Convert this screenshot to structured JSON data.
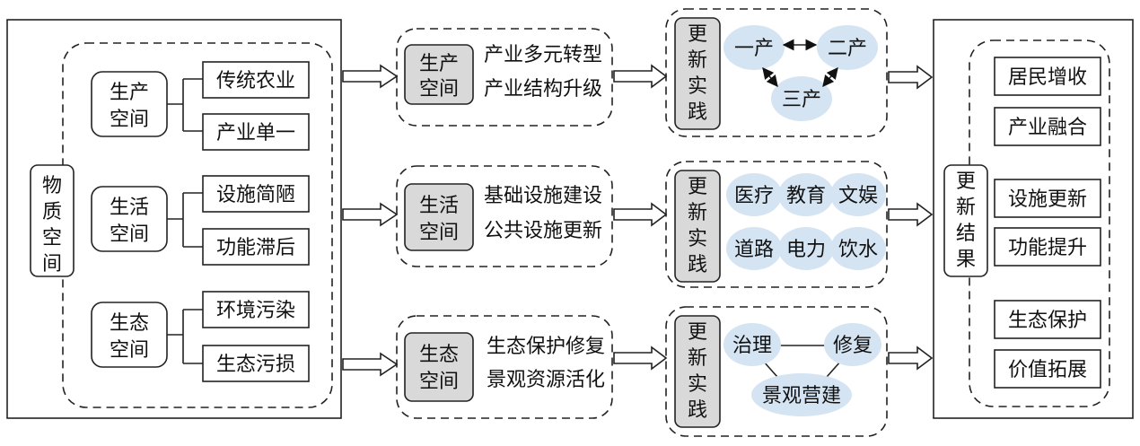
{
  "source": {
    "title_chars": [
      "物",
      "质",
      "空",
      "间"
    ],
    "groups": [
      {
        "label_lines": [
          "生产",
          "空间"
        ],
        "items": [
          "传统农业",
          "产业单一"
        ]
      },
      {
        "label_lines": [
          "生活",
          "空间"
        ],
        "items": [
          "设施简陋",
          "功能滞后"
        ]
      },
      {
        "label_lines": [
          "生态",
          "空间"
        ],
        "items": [
          "环境污染",
          "生态污损"
        ]
      }
    ]
  },
  "middle": [
    {
      "label_lines": [
        "生产",
        "空间"
      ],
      "desc": [
        "产业多元转型",
        "产业结构升级"
      ]
    },
    {
      "label_lines": [
        "生活",
        "空间"
      ],
      "desc": [
        "基础设施建设",
        "公共设施更新"
      ]
    },
    {
      "label_lines": [
        "生态",
        "空间"
      ],
      "desc": [
        "生态保护修复",
        "景观资源活化"
      ]
    }
  ],
  "practice": {
    "label_chars": [
      "更",
      "新",
      "实",
      "践"
    ],
    "production": [
      "一产",
      "二产",
      "三产"
    ],
    "living": [
      "医疗",
      "教育",
      "文娱",
      "道路",
      "电力",
      "饮水"
    ],
    "ecology": [
      "治理",
      "修复",
      "景观营建"
    ]
  },
  "result": {
    "label_chars": [
      "更",
      "新",
      "结",
      "果"
    ],
    "items": [
      "居民增收",
      "产业融合",
      "设施更新",
      "功能提升",
      "生态保护",
      "价值拓展"
    ]
  }
}
